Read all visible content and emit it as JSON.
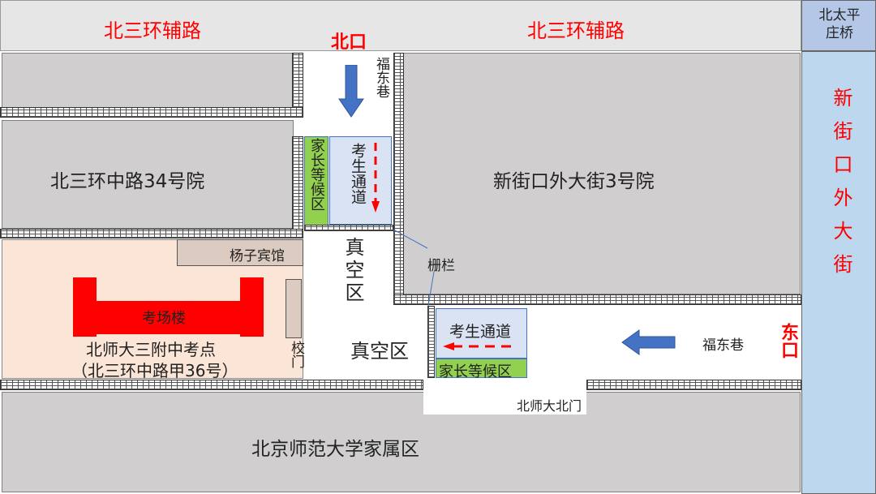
{
  "roads": {
    "north_road_left": "北三环辅路",
    "north_road_right": "北三环辅路",
    "bridge": "北太平庄桥",
    "east_street": "新街口外大街",
    "lane_north": "福东巷",
    "lane_east": "福东巷"
  },
  "entrances": {
    "north": "北口",
    "east": "东口",
    "bnu_north_gate": "北师大北门"
  },
  "blocks": {
    "west_courtyard": "北三环中路34号院",
    "east_courtyard": "新街口外大街3号院",
    "bnu_residential": "北京师范大学家属区",
    "hotel": "杨子宾馆",
    "school_gate": "校门"
  },
  "school": {
    "building": "考场楼",
    "name": "北师大三附中考点",
    "address": "（北三环中路甲36号）"
  },
  "zones": {
    "parent_wait_north": "家长等候区",
    "student_path_north": "考生通道",
    "parent_wait_east": "家长等候区",
    "student_path_east": "考生通道",
    "vacuum_north": "真空区",
    "vacuum_center": "真空区",
    "fence": "栅栏"
  },
  "colors": {
    "red": "#ff0000",
    "arrow": "#4472c4",
    "green": "#92d050",
    "student": "#dae3f3",
    "school": "#fbe5d6",
    "street": "#bdd7ee"
  }
}
